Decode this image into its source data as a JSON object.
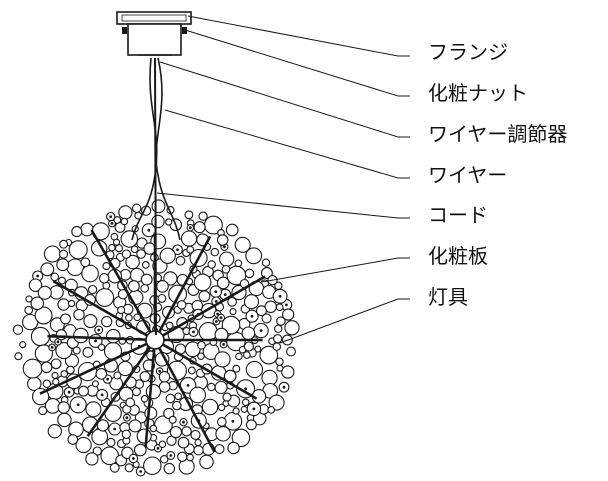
{
  "colors": {
    "line": "#1a1a1a",
    "background": "#ffffff"
  },
  "diagram": {
    "labels": [
      {
        "id": "flange",
        "text": "フランジ"
      },
      {
        "id": "decor-nut",
        "text": "化粧ナット"
      },
      {
        "id": "wire-adjuster",
        "text": "ワイヤー調節器"
      },
      {
        "id": "wire",
        "text": "ワイヤー"
      },
      {
        "id": "cord",
        "text": "コード"
      },
      {
        "id": "decor-plate",
        "text": "化粧板"
      },
      {
        "id": "fixture",
        "text": "灯具"
      }
    ]
  }
}
